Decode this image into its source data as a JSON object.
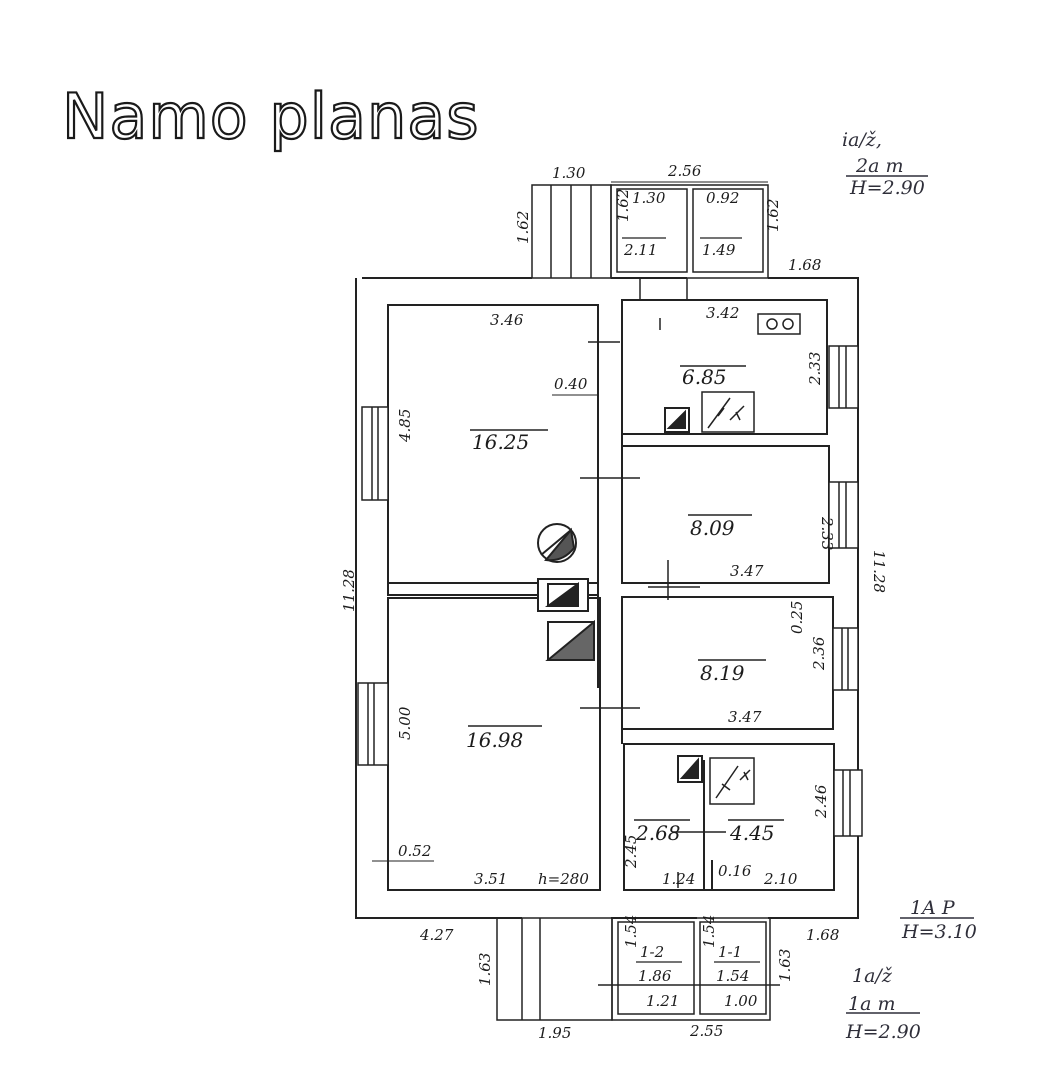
{
  "title": "Namo planas",
  "areas": {
    "room_nw": "16.25",
    "room_sw": "16.98",
    "kitchen": "6.85",
    "room_e1": "8.09",
    "room_e2": "8.19",
    "room_se_left": "2.68",
    "room_se_right": "4.45",
    "porch_n_left": "2.11",
    "porch_n_right": "1.49",
    "porch_s_left": "1.86",
    "porch_s_right": "1.54"
  },
  "labels": {
    "porch_s_left_id": "1-2",
    "porch_s_right_id": "1-1",
    "height_note": "h=280"
  },
  "dims": {
    "north_steps_width": "1.30",
    "north_porch_width": "2.56",
    "north_steps_depth": "1.62",
    "north_porch_depth": "1.62",
    "north_porch_left_w": "1.30",
    "north_porch_left_d": "1.62",
    "north_porch_right_w": "0.92",
    "ne_offset": "1.68",
    "room_nw_width": "3.46",
    "room_nw_depth": "4.85",
    "wall_thickness": "0.40",
    "kitchen_width": "3.42",
    "kitchen_depth": "2.33",
    "room_e1_depth": "2.33",
    "room_e1_width": "3.47",
    "overall_left": "11.28",
    "overall_right": "11.28",
    "room_e2_offset": "0.25",
    "room_e2_depth": "2.36",
    "room_e2_width": "3.47",
    "room_sw_depth": "5.00",
    "room_sw_offset": "0.52",
    "room_sw_width": "3.51",
    "room_se_depth": "2.46",
    "room_se_left_depth": "2.45",
    "room_se_left_width": "1.24",
    "room_se_partition": "0.16",
    "room_se_right_width": "2.10",
    "south_left_offset": "4.27",
    "se_offset": "1.68",
    "south_steps_depth": "1.63",
    "south_porch_depth": "1.63",
    "south_porch_left_d": "1.54",
    "south_porch_right_d": "1.54",
    "south_porch_left_w": "1.21",
    "south_porch_right_w": "1.00",
    "south_steps_width": "1.95",
    "south_porch_width": "2.55"
  },
  "notes": {
    "north_porch": {
      "line1": "ia/ž,",
      "line2": "2a m",
      "line3": "H=2.90"
    },
    "main_house": {
      "line1": "1A P",
      "line2": "H=3.10"
    },
    "south_porch": {
      "line1": "1a/ž",
      "line2": "1a m",
      "line3": "H=2.90"
    }
  }
}
